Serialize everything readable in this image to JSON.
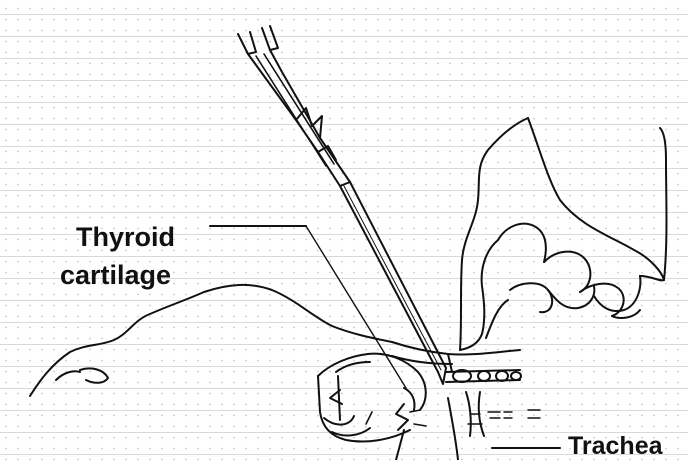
{
  "labels": {
    "thyroid_line1": "Thyroid",
    "thyroid_line2": "cartilage",
    "trachea": "Trachea"
  },
  "colors": {
    "ink": "#111111",
    "ruled_line": "#d4ddd4",
    "background": "#ffffff"
  }
}
